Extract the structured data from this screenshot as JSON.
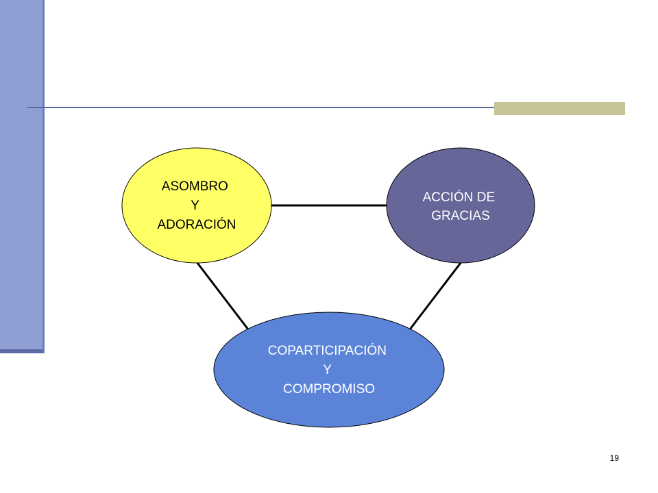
{
  "nodes": {
    "asombro": {
      "lines": [
        "ASOMBRO",
        "Y",
        "ADORACIÓN"
      ],
      "fill": "#ffff66",
      "text_color": "#000000"
    },
    "accion": {
      "lines": [
        "ACCIÓN DE",
        "GRACIAS"
      ],
      "fill": "#666699",
      "text_color": "#ffffff"
    },
    "coparticipacion": {
      "lines": [
        "COPARTICIPACIÓN",
        "Y",
        "COMPROMISO"
      ],
      "fill": "#5b84d9",
      "text_color": "#ffffff"
    }
  },
  "page_number": "19",
  "colors": {
    "side_bar": "#8f9fd3",
    "rule": "#5b67a3",
    "accent": "#c4c495"
  }
}
